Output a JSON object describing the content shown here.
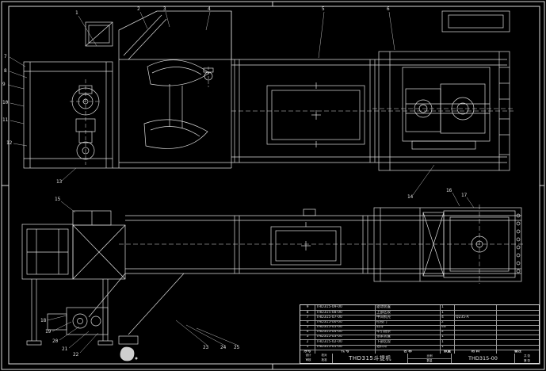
{
  "sheet": {
    "background": "#000000",
    "line_color": "#e0e0e0"
  },
  "title_block": {
    "product_name": "THD315斗提机",
    "drawing_number": "THD315-00",
    "design_label": "设计",
    "check_label": "校对",
    "review_label": "审核",
    "approve_label": "批准",
    "scale_label": "比例",
    "quantity_label": "数量",
    "sheets_label": "共 张",
    "sheet_no_label": "第 张"
  },
  "parts_table": {
    "headers": {
      "seq": "序号",
      "code": "代 号",
      "name": "名 称",
      "qty": "数量",
      "material": "材 料",
      "note": "备注"
    },
    "rows": [
      {
        "seq": "9",
        "code": "THD315-09-00",
        "name": "驱动装置",
        "qty": "1",
        "material": "",
        "note": ""
      },
      {
        "seq": "8",
        "code": "THD315-08-00",
        "name": "上部区段",
        "qty": "1",
        "material": "",
        "note": ""
      },
      {
        "seq": "7",
        "code": "THD315-07-00",
        "name": "中间机壳",
        "qty": "4",
        "material": "Q235-A",
        "note": ""
      },
      {
        "seq": "6",
        "code": "THD315-06-00",
        "name": "检视门",
        "qty": "2",
        "material": "",
        "note": ""
      },
      {
        "seq": "5",
        "code": "THD315-05-00",
        "name": "料斗",
        "qty": "46",
        "material": "",
        "note": ""
      },
      {
        "seq": "4",
        "code": "THD315-04-00",
        "name": "牵引链条",
        "qty": "2",
        "material": "",
        "note": ""
      },
      {
        "seq": "3",
        "code": "THD315-03-00",
        "name": "张紧装置",
        "qty": "1",
        "material": "",
        "note": ""
      },
      {
        "seq": "2",
        "code": "THD315-02-00",
        "name": "下部区段",
        "qty": "1",
        "material": "",
        "note": ""
      },
      {
        "seq": "1",
        "code": "THD315-01-00",
        "name": "进料斗",
        "qty": "1",
        "material": "",
        "note": ""
      }
    ]
  },
  "callouts": {
    "labels": [
      "1",
      "2",
      "3",
      "4",
      "5",
      "6",
      "7",
      "8",
      "9",
      "10",
      "11",
      "12",
      "13",
      "14",
      "15",
      "16",
      "17",
      "18",
      "19",
      "20",
      "21",
      "22",
      "23",
      "24",
      "25"
    ]
  }
}
